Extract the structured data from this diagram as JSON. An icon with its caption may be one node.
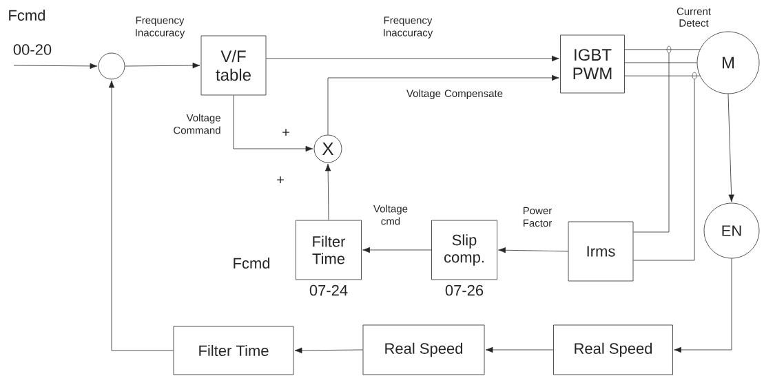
{
  "diagram": {
    "nodes": [
      {
        "text": [],
        "shape": "circle"
      },
      {
        "text": [
          "V/F table"
        ]
      },
      {
        "text": [
          "IGBT PWM"
        ]
      },
      {
        "text": [
          "M"
        ]
      },
      {
        "text": [
          "X"
        ]
      },
      {
        "text": [
          "Filter Time"
        ],
        "beside": [
          "07-24"
        ]
      },
      {
        "text": [
          "Slip comp."
        ],
        "beside": [
          "07-26"
        ]
      },
      {
        "text": [
          "Irms"
        ]
      },
      {
        "text": [
          "EN"
        ]
      },
      {
        "text": [
          "Real Speed"
        ]
      },
      {
        "text": [
          "Real Speed"
        ]
      },
      {
        "text": [
          "Filter Time"
        ]
      },
      {
        "text": [],
        "shape": "ellipse"
      },
      {
        "text": [],
        "shape": "ellipse"
      }
    ],
    "edges": [
      {
        "from": null,
        "to": 0,
        "arrow": "to"
      },
      {
        "from": 0,
        "to": 1,
        "arrow": "to",
        "label": "Frequency Inaccuracy"
      },
      {
        "from": 1,
        "to": 2,
        "arrow": "to",
        "label": "Frequency Inaccuracy"
      },
      {
        "from": 1,
        "to": 4,
        "arrow": "to",
        "label": "Voltage Command"
      },
      {
        "from": 4,
        "to": 2,
        "arrow": "to",
        "label": "Voltage Compensate"
      },
      {
        "from": 5,
        "to": 4,
        "arrow": "to"
      },
      {
        "from": 2,
        "to": 3,
        "arrow": "none"
      },
      {
        "from": 2,
        "to": 3,
        "arrow": "none"
      },
      {
        "from": 2,
        "to": 3,
        "arrow": "none"
      },
      {
        "from": 12,
        "to": 7,
        "arrow": "none"
      },
      {
        "from": 13,
        "to": 7,
        "arrow": "none"
      },
      {
        "from": 7,
        "to": 6,
        "arrow": "to",
        "label": "Power Factor"
      },
      {
        "from": 6,
        "to": 5,
        "arrow": "to",
        "label": "Voltage cmd"
      },
      {
        "from": 3,
        "to": 8,
        "arrow": "to"
      },
      {
        "from": 8,
        "to": 9,
        "arrow": "to"
      },
      {
        "from": 9,
        "to": 10,
        "arrow": "to"
      },
      {
        "from": 10,
        "to": 11,
        "arrow": "to"
      },
      {
        "from": 11,
        "to": 0,
        "arrow": "to"
      }
    ],
    "labels": [
      "Fcmd",
      "00-20",
      "Current Detect",
      "+",
      "+",
      "Fcmd"
    ]
  }
}
